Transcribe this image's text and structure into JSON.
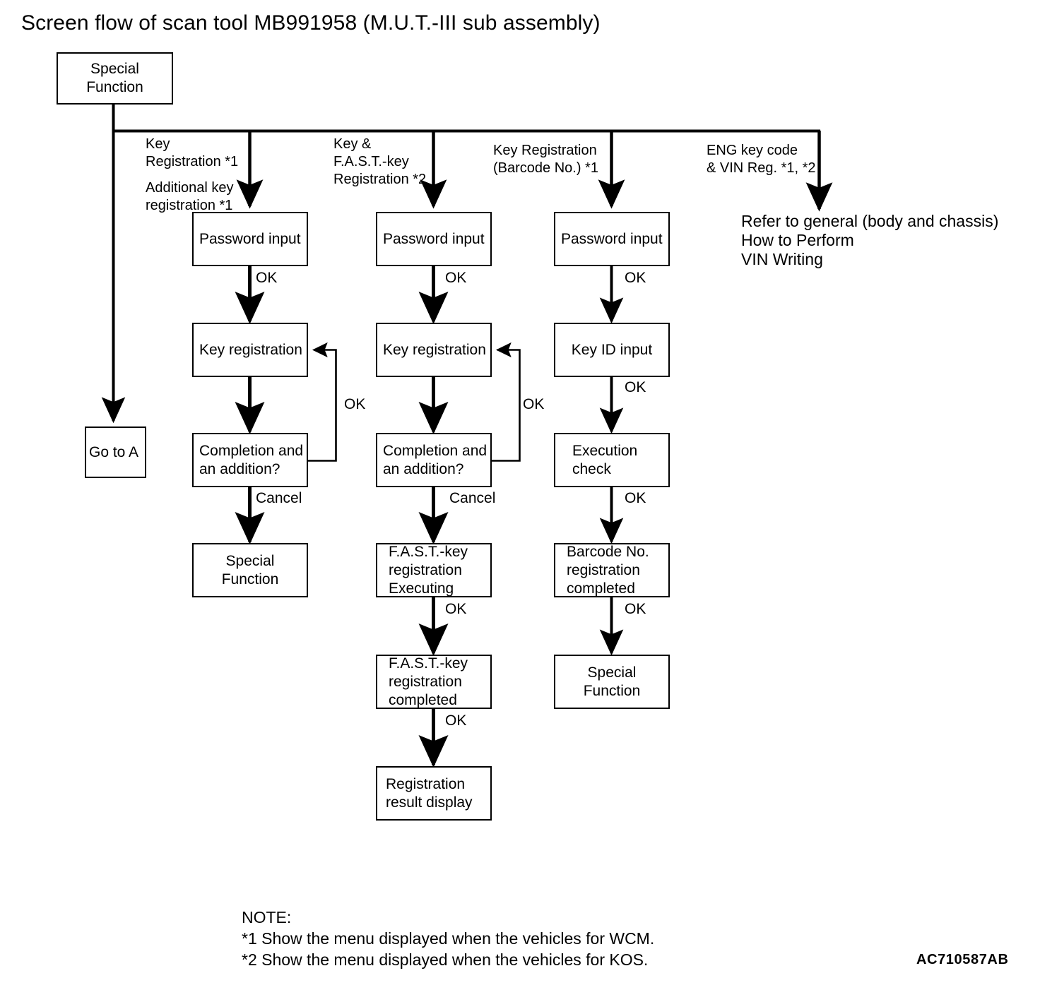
{
  "title": "Screen flow of scan tool MB991958 (M.U.T.-III sub assembly)",
  "diagram_code": "AC710587AB",
  "root": {
    "line1": "Special",
    "line2": "Function"
  },
  "branches": [
    {
      "id": "branch-key-registration",
      "line1": "Key",
      "line2": "Registration *1",
      "line3": "Additional key",
      "line4": "registration *1"
    },
    {
      "id": "branch-key-and-fast-key-registration",
      "line1": "Key &",
      "line2": "F.A.S.T.-key",
      "line3": "Registration *2"
    },
    {
      "id": "branch-key-registration-barcode",
      "line1": "Key Registration",
      "line2": "(Barcode No.) *1"
    },
    {
      "id": "branch-eng-key-code-vin",
      "line1": "ENG key code",
      "line2": "& VIN Reg. *1, *2"
    }
  ],
  "goto_node": {
    "label": "Go to A"
  },
  "refer_note": {
    "line1": "Refer to general (body and chassis)",
    "line2": "How to Perform",
    "line3": "VIN Writing"
  },
  "column1": {
    "password_input": "Password input",
    "key_registration": "Key registration",
    "completion_l1": "Completion and",
    "completion_l2": "an addition?",
    "special_function_l1": "Special",
    "special_function_l2": "Function",
    "label_ok_1": "OK",
    "label_ok_loop": "OK",
    "label_cancel": "Cancel"
  },
  "column2": {
    "password_input": "Password input",
    "key_registration": "Key registration",
    "completion_l1": "Completion and",
    "completion_l2": "an addition?",
    "fast_exec_l1": "F.A.S.T.-key",
    "fast_exec_l2": "registration",
    "fast_exec_l3": "Executing",
    "fast_done_l1": "F.A.S.T.-key",
    "fast_done_l2": "registration",
    "fast_done_l3": "completed",
    "result_l1": "Registration",
    "result_l2": "result display",
    "label_ok_1": "OK",
    "label_ok_loop": "OK",
    "label_cancel": "Cancel",
    "label_ok_2": "OK",
    "label_ok_3": "OK"
  },
  "column3": {
    "password_input": "Password input",
    "key_id_input": "Key ID input",
    "execution_l1": "Execution",
    "execution_l2": "check",
    "barcode_l1": "Barcode No.",
    "barcode_l2": "registration",
    "barcode_l3": "completed",
    "special_function_l1": "Special",
    "special_function_l2": "Function",
    "label_ok_1": "OK",
    "label_ok_2": "OK",
    "label_ok_3": "OK",
    "label_ok_4": "OK"
  },
  "notes": {
    "heading": "NOTE:",
    "note1": "*1 Show the menu displayed when the vehicles for WCM.",
    "note2": "*2 Show the menu displayed when the vehicles for KOS."
  }
}
